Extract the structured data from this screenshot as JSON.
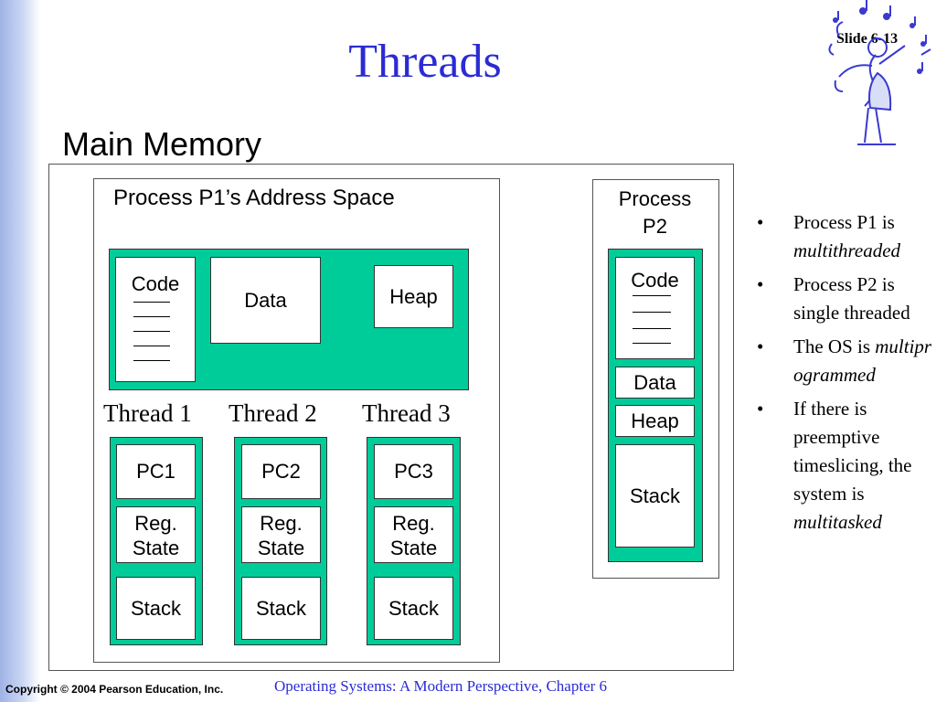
{
  "slide": {
    "title": "Threads",
    "slide_number": "Slide 6-13"
  },
  "main_memory": {
    "label": "Main Memory",
    "p1": {
      "label": "Process P1’s Address Space",
      "shared": {
        "code": "Code",
        "data": "Data",
        "heap": "Heap"
      },
      "threads": [
        {
          "label": "Thread 1",
          "pc": "PC1",
          "reg_line1": "Reg.",
          "reg_line2": "State",
          "stack": "Stack"
        },
        {
          "label": "Thread 2",
          "pc": "PC2",
          "reg_line1": "Reg.",
          "reg_line2": "State",
          "stack": "Stack"
        },
        {
          "label": "Thread 3",
          "pc": "PC3",
          "reg_line1": "Reg.",
          "reg_line2": "State",
          "stack": "Stack"
        }
      ]
    },
    "p2": {
      "label_line1": "Process",
      "label_line2": "P2",
      "code": "Code",
      "data": "Data",
      "heap": "Heap",
      "stack": "Stack"
    }
  },
  "bullets": [
    {
      "text": "Process P1 is ",
      "emph": "multithreaded"
    },
    {
      "text": "Process P2 is single threaded",
      "emph": ""
    },
    {
      "text": "The OS is ",
      "emph": "multiprogrammed"
    },
    {
      "text": "If there is preemptive timeslicing, the system is ",
      "emph": "multitasked"
    }
  ],
  "footer": {
    "copyright": "Copyright © 2004 Pearson Education, Inc.",
    "book": "Operating Systems: A Modern Perspective, Chapter 6"
  },
  "colors": {
    "accent": "#00cc99",
    "title": "#2b2bd4"
  },
  "icons": {
    "mascot": "music-conductor-icon"
  }
}
